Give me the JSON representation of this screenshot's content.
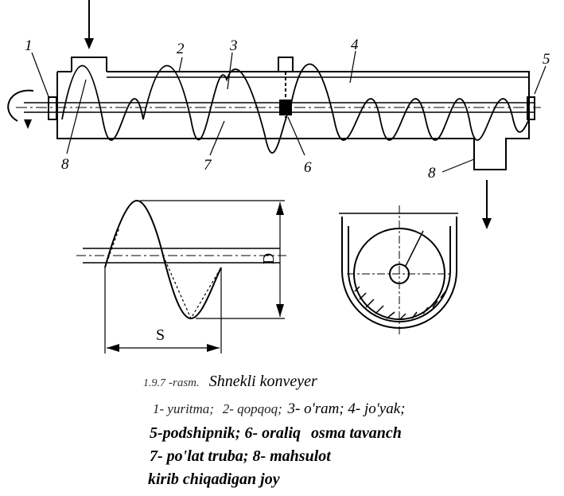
{
  "figure": {
    "labels": {
      "n1": "1",
      "n2": "2",
      "n3": "3",
      "n4": "4",
      "n5": "5",
      "n6": "6",
      "n7": "7",
      "n8_left": "8",
      "n8_right": "8",
      "dim_d": "D",
      "dim_s": "S"
    }
  },
  "caption": {
    "number": "1.9.7",
    "title_prefix": "-rasm.",
    "title": "Shnekli konveyer",
    "legend_line1_part1": "1- yuritma;",
    "legend_line1_part2": "2- qopqoq;",
    "legend_line1_part3": "3- o'ram; 4- jo'yak;",
    "legend_line2_part1": "5-podshipnik; 6- oraliq",
    "legend_line2_part2": "osma tavanch",
    "legend_line3": "7- po'lat truba; 8- mahsulot",
    "legend_line4": "kirib chiqadigan joy"
  }
}
